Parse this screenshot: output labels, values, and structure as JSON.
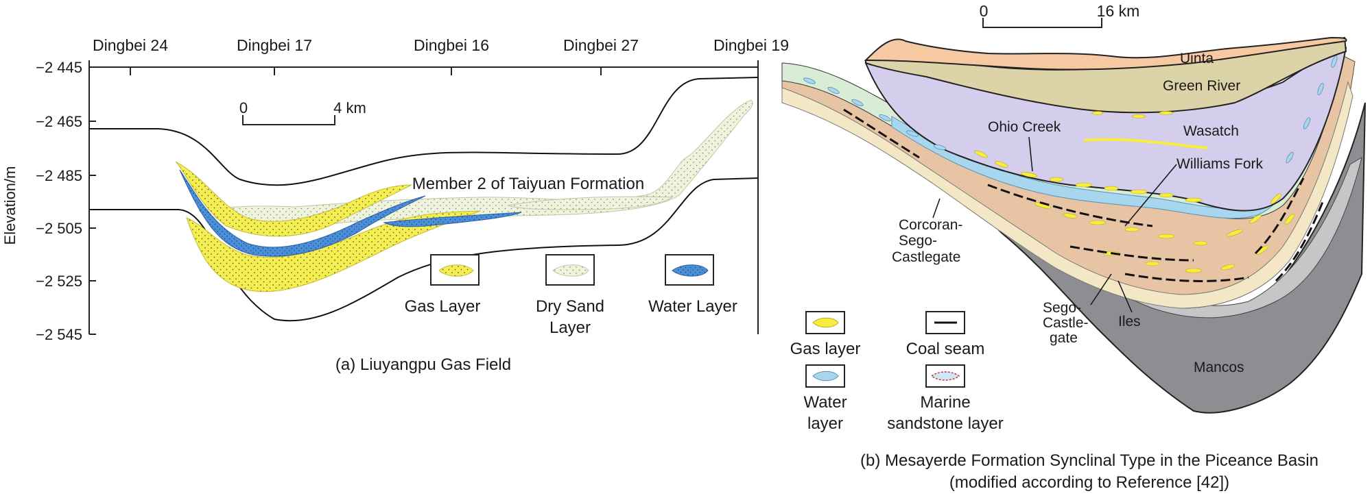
{
  "panel_a": {
    "wells": [
      "Dingbei 24",
      "Dingbei 17",
      "Dingbei 16",
      "Dingbei 27",
      "Dingbei 19"
    ],
    "y_axis_label": "Elevation/m",
    "y_ticks": [
      "−2 445",
      "−2 465",
      "−2 485",
      "−2 505",
      "−2 525",
      "−2 545"
    ],
    "scale_zero": "0",
    "scale_end": "4 km",
    "formation_label": "Member 2 of Taiyuan Formation",
    "legend": {
      "gas": "Gas Layer",
      "dry_line1": "Dry Sand",
      "dry_line2": "Layer",
      "water": "Water Layer"
    },
    "caption": "(a) Liuyangpu Gas Field",
    "colors": {
      "gas": "#f5ee4f",
      "water": "#4b8fd9",
      "dry": "#eef3dc"
    }
  },
  "panel_b": {
    "scale_zero": "0",
    "scale_end": "16 km",
    "units": {
      "uinta": "Uinta",
      "green_river": "Green River",
      "wasatch": "Wasatch",
      "ohio_creek": "Ohio Creek",
      "williams_fork": "Williams Fork",
      "corcoran": [
        "Corcoran-",
        "Sego-",
        "Castlegate"
      ],
      "sego": [
        "Sego-",
        "Castle-",
        "gate"
      ],
      "iles": "Iles",
      "mancos": "Mancos"
    },
    "legend": {
      "gas": "Gas layer",
      "coal": "Coal seam",
      "water_line1": "Water",
      "water_line2": "layer",
      "marine_line1": "Marine",
      "marine_line2": "sandstone layer"
    },
    "caption_line1": "(b) Mesayerde Formation Synclinal Type in the Piceance Basin",
    "caption_line2": "(modified according to Reference [42])",
    "colors": {
      "uinta": "#f7c9a3",
      "green_river": "#ddd3a8",
      "wasatch": "#d5cdec",
      "ohio_creek": "#d9ecd6",
      "williams_fork": "#e7c4a3",
      "mancos": "#8e8d92",
      "gas": "#f8ec3c",
      "water": "#a8d6ef"
    }
  }
}
